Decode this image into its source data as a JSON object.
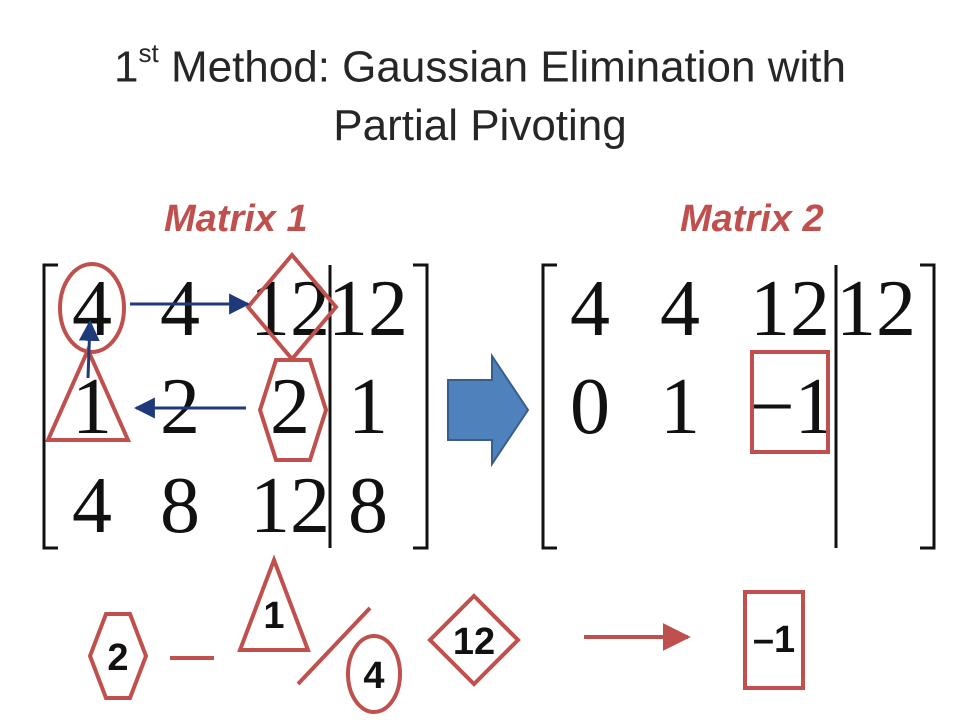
{
  "title": {
    "line1_prefix": "1",
    "line1_sup": "st",
    "line1_rest": " Method: Gaussian Elimination with",
    "line2": "Partial Pivoting"
  },
  "labels": {
    "matrix1": "Matrix 1",
    "matrix2": "Matrix 2"
  },
  "matrix1": {
    "rows": [
      [
        "4",
        "4",
        "12",
        "12"
      ],
      [
        "1",
        "2",
        "2",
        "1"
      ],
      [
        "4",
        "8",
        "12",
        "8"
      ]
    ]
  },
  "matrix2": {
    "rows": [
      [
        "4",
        "4",
        "12",
        "12"
      ],
      [
        "0",
        "1",
        "−1",
        ""
      ]
    ]
  },
  "calc": {
    "hexagon_value": "2",
    "minus": "—",
    "triangle_value": "1",
    "circle_value": "4",
    "diamond_value": "12",
    "result": "–1"
  },
  "colors": {
    "highlight": "#c0504d",
    "arrow_navy": "#1f3a7a",
    "block_arrow_fill": "#4f81bd",
    "block_arrow_stroke": "#385d8a",
    "text": "#262626"
  }
}
